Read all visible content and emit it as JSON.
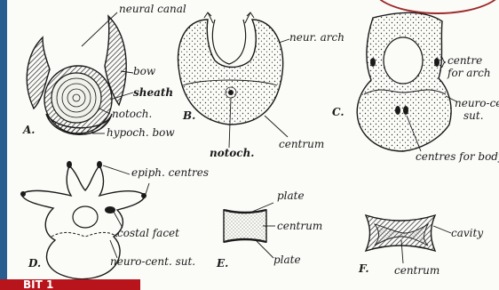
{
  "figure": {
    "panels": [
      {
        "letter": "A.",
        "labels": [
          "neural canal",
          "bow",
          "sheath",
          "notoch.",
          "hypoch. bow"
        ]
      },
      {
        "letter": "B.",
        "labels": [
          "neur. arch",
          "notoch.",
          "centrum"
        ]
      },
      {
        "letter": "C.",
        "labels": [
          "centre",
          "for arch",
          "neuro-cent",
          "sut.",
          "centres for body"
        ]
      },
      {
        "letter": "D.",
        "labels": [
          "epiph. centres",
          "costal facet",
          "neuro-cent. sut."
        ]
      },
      {
        "letter": "E.",
        "labels": [
          "plate",
          "centrum",
          "plate"
        ]
      },
      {
        "letter": "F.",
        "labels": [
          "cavity",
          "centrum"
        ]
      }
    ]
  },
  "overlay": {
    "tag_text": "BIT 1"
  },
  "colors": {
    "frame": "#2a5d8f",
    "paper": "#fbfbf8",
    "ink": "#1a1a1a",
    "highlight_ring": "#9c2b2b",
    "tag": "#b8141b"
  }
}
